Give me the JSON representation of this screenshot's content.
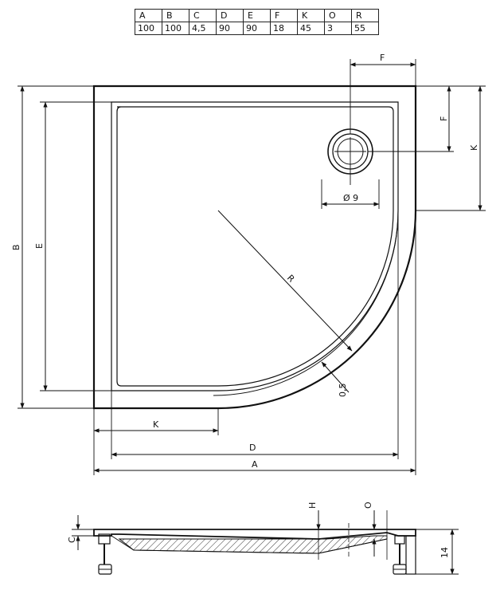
{
  "table": {
    "headers": [
      "A",
      "B",
      "C",
      "D",
      "E",
      "F",
      "K",
      "O",
      "R"
    ],
    "values": [
      "100",
      "100",
      "4,5",
      "90",
      "90",
      "18",
      "45",
      "3",
      "55"
    ]
  },
  "labels": {
    "A": "A",
    "B": "B",
    "C": "C",
    "D": "D",
    "E": "E",
    "F_top": "F",
    "F_side": "F",
    "K_side": "K",
    "K_bottom": "K",
    "R": "R",
    "drain": "Ø 9",
    "rim": "0,5",
    "H": "H",
    "O": "O",
    "height": "14"
  },
  "colors": {
    "line": "#111111",
    "hatch": "#333333"
  }
}
